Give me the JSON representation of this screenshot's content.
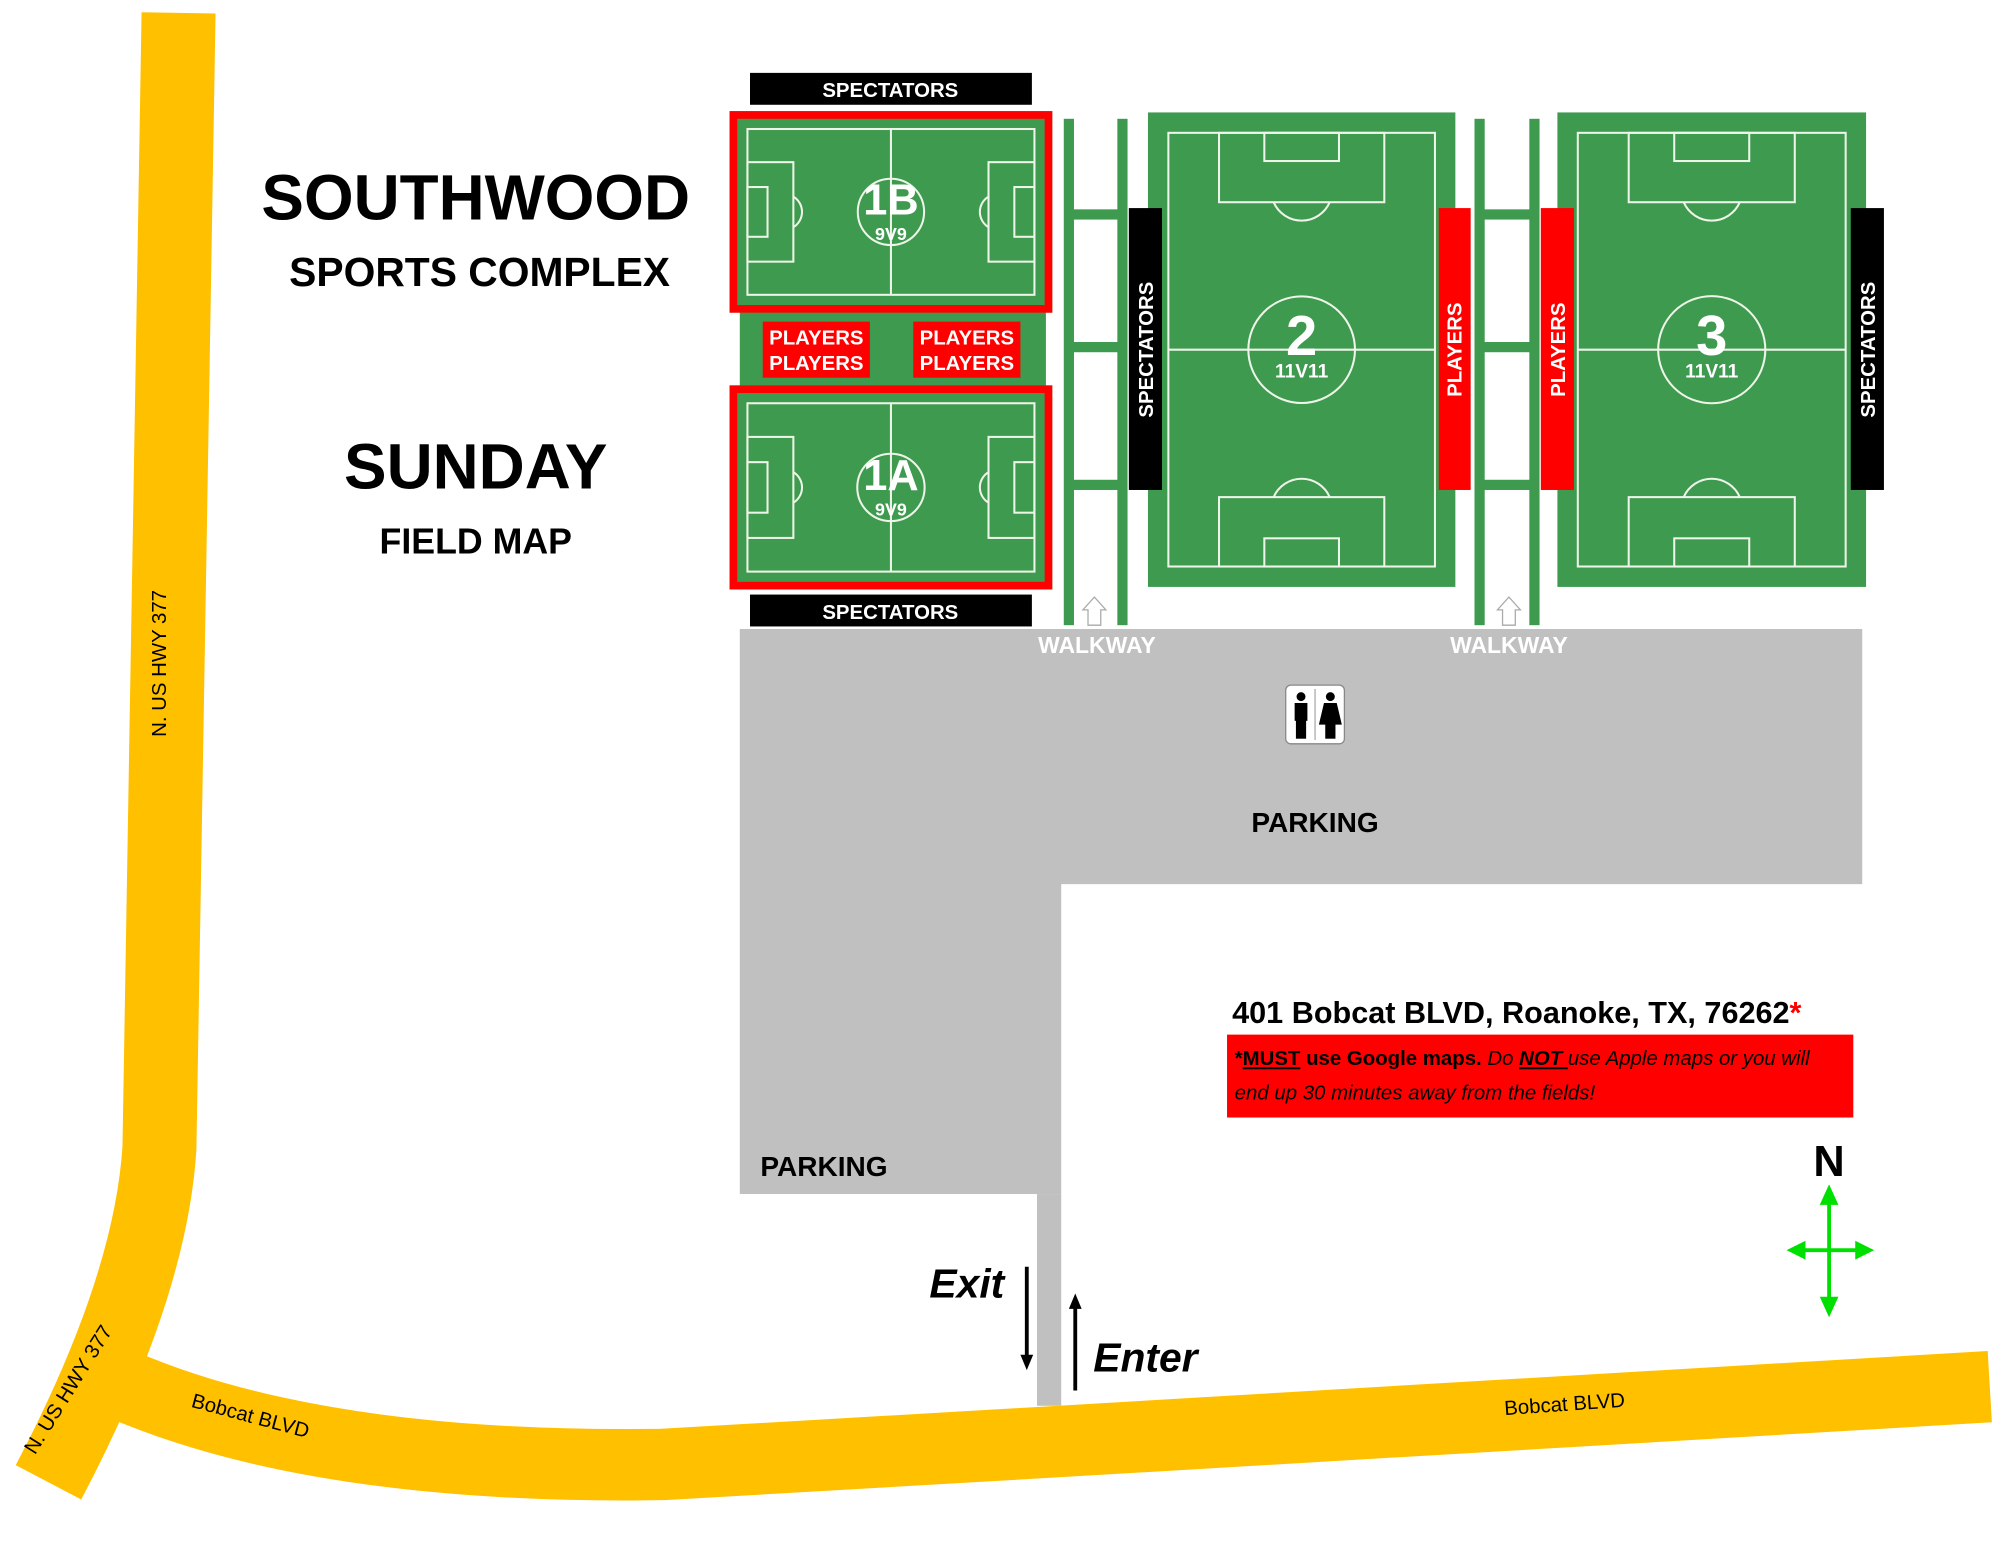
{
  "title": {
    "line1": "SOUTHWOOD",
    "line2": "SPORTS COMPLEX",
    "line3": "SUNDAY",
    "line4": "FIELD MAP"
  },
  "roads": {
    "highway_label": "N. US HWY 377",
    "highway_label_2": "N. US HWY 377",
    "blvd_label": "Bobcat BLVD",
    "blvd_label_2": "Bobcat BLVD"
  },
  "fields": [
    {
      "id": "1B",
      "format": "9V9"
    },
    {
      "id": "1A",
      "format": "9V9"
    },
    {
      "id": "2",
      "format": "11V11"
    },
    {
      "id": "3",
      "format": "11V11"
    }
  ],
  "zones": {
    "spectators": "SPECTATORS",
    "players": "PLAYERS",
    "walkway": "WALKWAY",
    "parking": "PARKING"
  },
  "directions": {
    "exit": "Exit",
    "enter": "Enter",
    "north": "N"
  },
  "address": {
    "text": "401 Bobcat BLVD, Roanoke, TX, 76262",
    "asterisk": "*",
    "note_star": "*",
    "note_must": "MUST",
    "note_google": " use Google maps. ",
    "note_do": "Do ",
    "note_not": "NOT ",
    "note_rest1": "use Apple maps or you will",
    "note_line2": "end up 30 minutes away from the fields!"
  },
  "colors": {
    "road": "#FFC000",
    "field": "#3E9A4F",
    "parking": "#C0C0C0",
    "highlight": "#FF0000",
    "compass": "#00E000"
  }
}
